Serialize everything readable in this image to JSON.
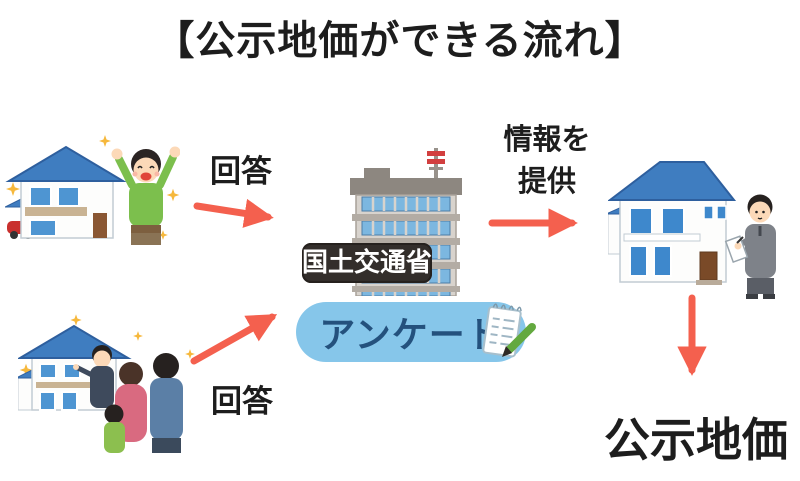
{
  "title": "【公示地価ができる流れ】",
  "flow": {
    "answer_top": "回答",
    "answer_bottom": "回答",
    "provide_info_line1": "情報を",
    "provide_info_line2": "提供",
    "ministry_sign": "国土交通省",
    "survey_label": "アンケート",
    "result_label": "公示地価"
  },
  "icons": {
    "house_owner": "house-with-cheering-owner-illustration",
    "house_family": "family-viewing-house-illustration",
    "ministry_building": "government-office-building-illustration",
    "house_appraiser": "appraiser-surveying-house-illustration",
    "notepad_pencil": "notepad-and-pencil-icon",
    "red_arrow": "hand-drawn-red-arrow"
  },
  "colors": {
    "background": "#ffffff",
    "text": "#1d1d1d",
    "arrow_red": "#f4604e",
    "ministry_sign_bg": "#332e2b",
    "ministry_sign_text": "#ffffff",
    "survey_pill_bg": "#86c6ea",
    "survey_pill_text": "#24517d",
    "house_roof_blue": "#3f7dc0",
    "window_blue": "#4e95d2",
    "building_gray": "#d8d3cd"
  }
}
